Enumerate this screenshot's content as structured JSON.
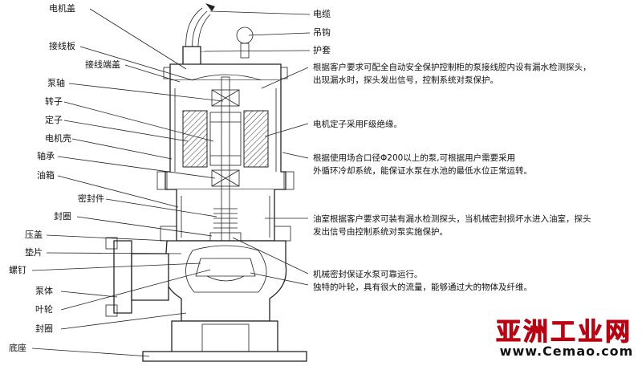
{
  "labels_left": [
    "电机盖",
    "接线板",
    "接线端盖",
    "泵轴",
    "转子",
    "定子",
    "电机壳",
    "轴承",
    "油箱",
    "密封件",
    "封圈",
    "压盖",
    "垫片",
    "螺钉",
    "泵体",
    "叶轮",
    "封圈",
    "底座"
  ],
  "labels_right": [
    "电缆",
    "吊钩",
    "护套"
  ],
  "notes": [
    "根据客户要求可配全自动安全保护控制柜的泵接线腔内设有漏水检测探头，",
    "出现漏水时，探头发出信号，控制系统对泵保护。",
    "电机定子采用F级绝缘。",
    "根据使用场合口径Φ200以上的泵,可根据用户需要采用",
    "外循环冷却系统，能保证水泵在水池的最低水位正常运转。",
    "油室根据客户要求可装有漏水检测探头，当机械密封损坏水进入油室，探头",
    "发出信号由控制系统对泵实施保护。",
    "机械密封保证水泵可靠运行。",
    "独特的叶轮，具有很大的流量，能够通过大的物体及纤维。"
  ],
  "watermark": {
    "title": "亚洲工业网",
    "url": "www.Cemao.com",
    "color": "#e30613"
  }
}
